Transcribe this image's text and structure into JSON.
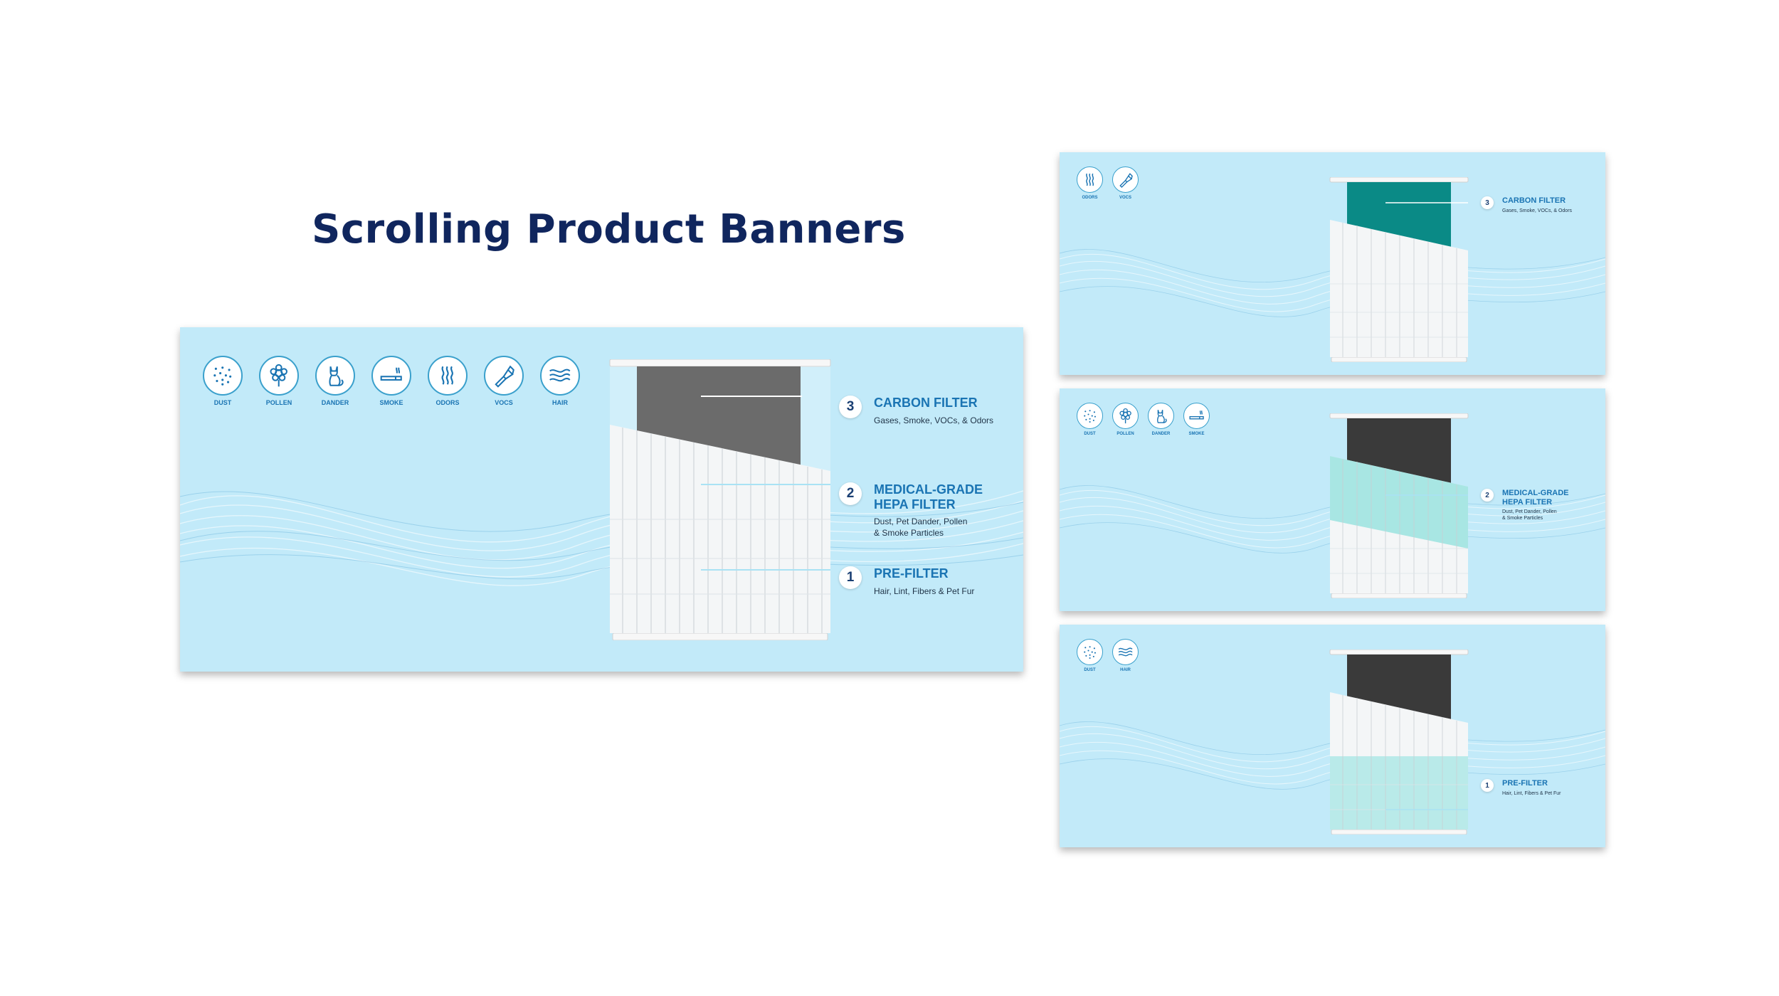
{
  "title": "Scrolling Product Banners",
  "colors": {
    "banner_bg": "#c2eaf9",
    "title": "#10265e",
    "accent": "#1a74b3",
    "icon_border": "#3aa0cc",
    "carbon_highlight": "#0a8a86",
    "hepa_highlight": "#8fe0dc",
    "prefilter_highlight": "#9fe6e3"
  },
  "icons": {
    "dust": {
      "label": "DUST",
      "icon": "dust-dots-icon"
    },
    "pollen": {
      "label": "POLLEN",
      "icon": "flower-icon"
    },
    "dander": {
      "label": "DANDER",
      "icon": "cat-icon"
    },
    "smoke": {
      "label": "SMOKE",
      "icon": "cigarette-icon"
    },
    "odors": {
      "label": "ODORS",
      "icon": "odor-waves-icon"
    },
    "vocs": {
      "label": "VOCs",
      "icon": "spray-brush-icon"
    },
    "hair": {
      "label": "HAIR",
      "icon": "hair-waves-icon"
    }
  },
  "layers": {
    "carbon": {
      "number": "3",
      "title": "CARBON FILTER",
      "desc": "Gases, Smoke, VOCs, & Odors"
    },
    "hepa": {
      "number": "2",
      "title_line1": "MEDICAL-GRADE",
      "title_line2": "HEPA FILTER",
      "desc_line1": "Dust, Pet Dander, Pollen",
      "desc_line2": "& Smoke Particles"
    },
    "prefilter": {
      "number": "1",
      "title": "PRE-FILTER",
      "desc": "Hair, Lint, Fibers & Pet Fur"
    }
  },
  "banners": {
    "main": {
      "icons": [
        "dust",
        "pollen",
        "dander",
        "smoke",
        "odors",
        "vocs",
        "hair"
      ],
      "layers": [
        "carbon",
        "hepa",
        "prefilter"
      ]
    },
    "carbon_banner": {
      "icons": [
        "odors",
        "vocs"
      ],
      "highlight": "carbon"
    },
    "hepa_banner": {
      "icons": [
        "dust",
        "pollen",
        "dander",
        "smoke"
      ],
      "highlight": "hepa"
    },
    "prefilter_banner": {
      "icons": [
        "dust",
        "hair"
      ],
      "highlight": "prefilter"
    }
  }
}
